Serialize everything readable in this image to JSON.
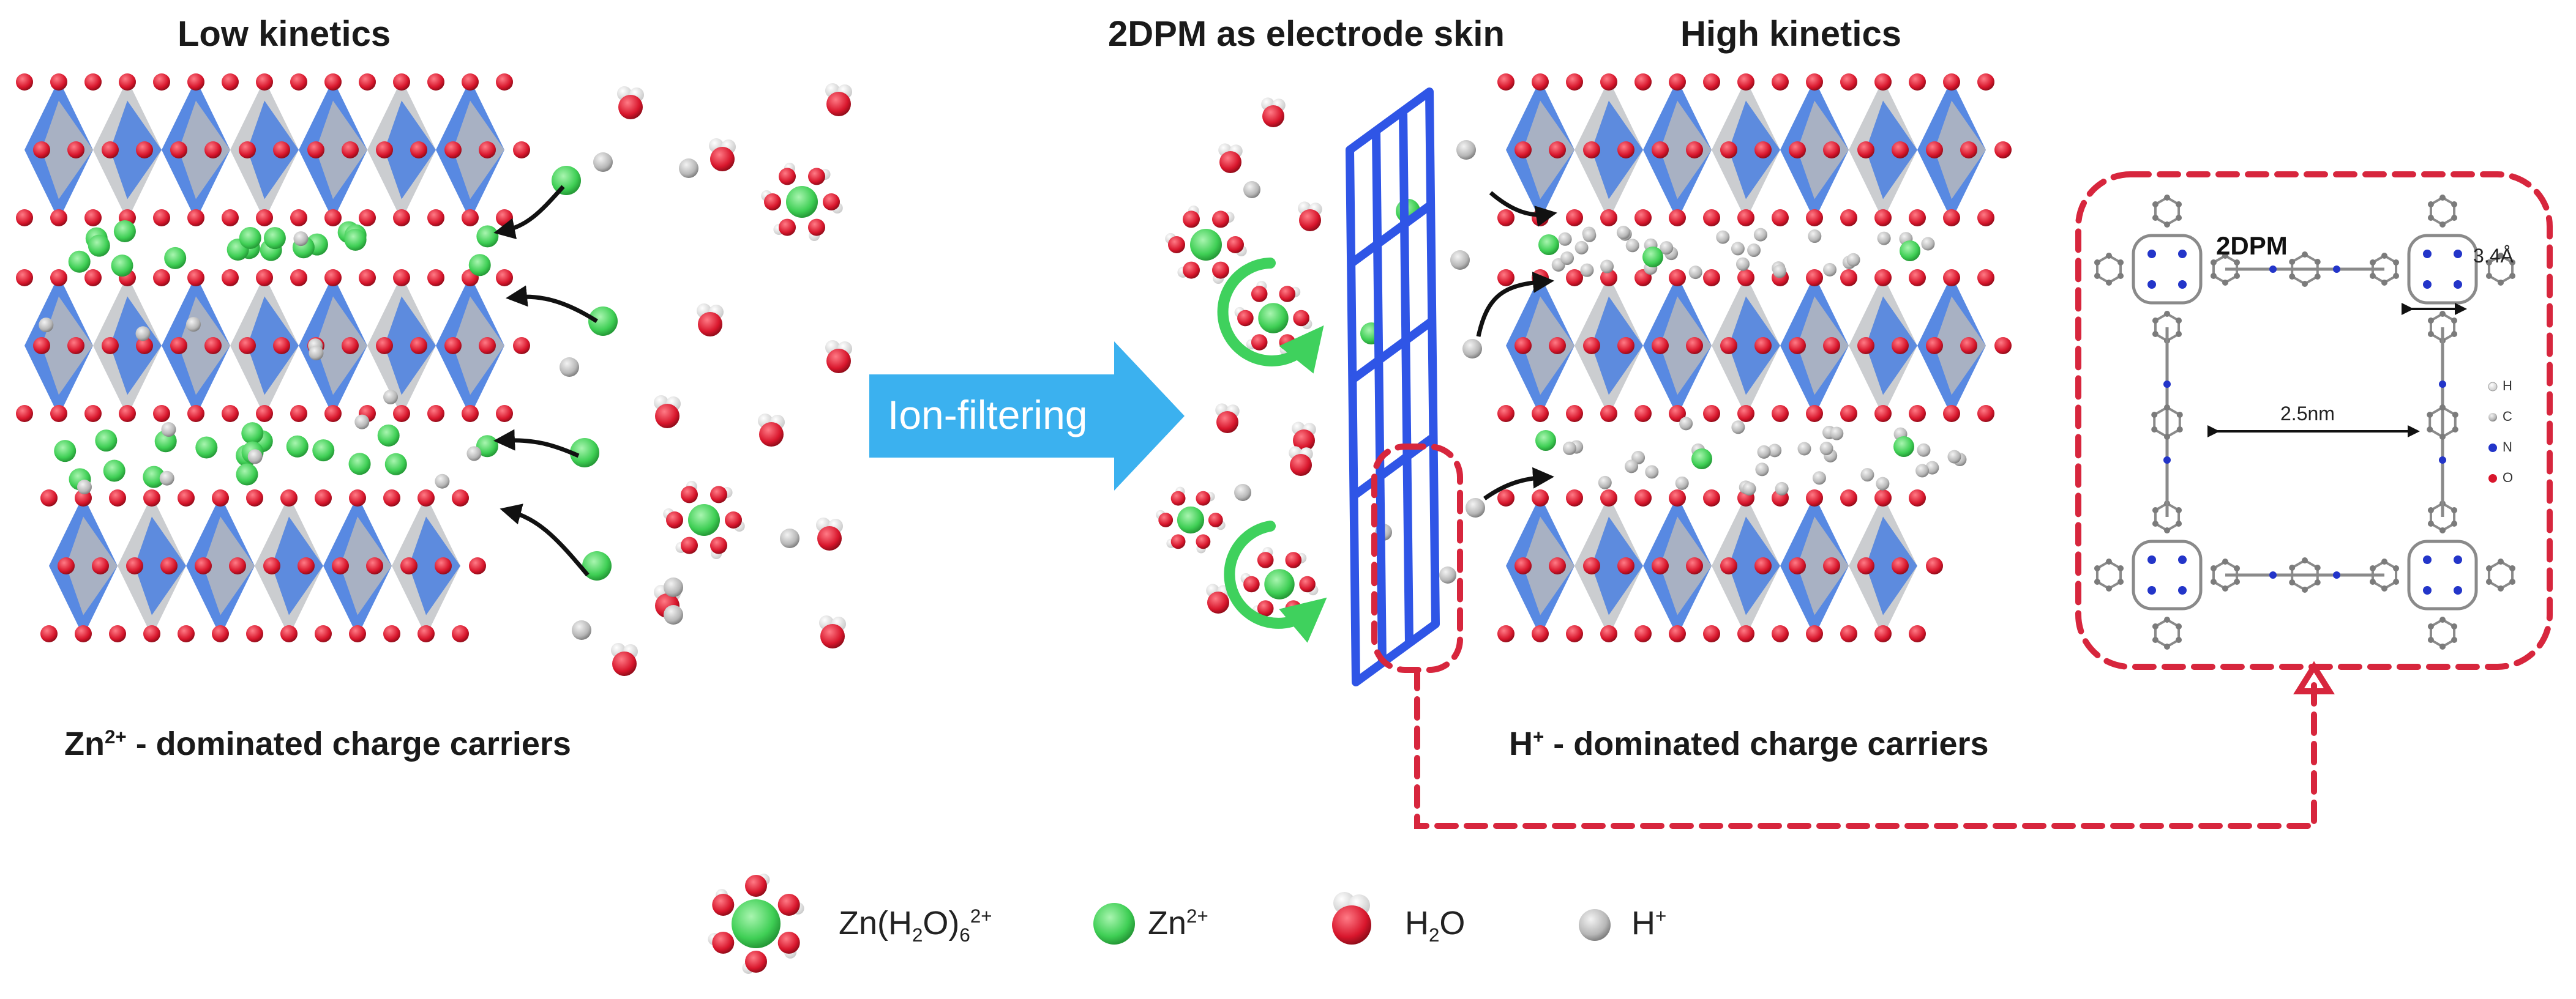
{
  "titles": {
    "low_kinetics": "Low kinetics",
    "skin": "2DPM as electrode skin",
    "high_kinetics": "High kinetics"
  },
  "captions": {
    "zn_label": "Zn",
    "zn_charge": "2+",
    "zn_rest": " - dominated charge carriers",
    "h_label": "H",
    "h_charge": "+",
    "h_rest": " - dominated charge carriers"
  },
  "arrow": {
    "label": "Ion-filtering"
  },
  "inset": {
    "title": "2DPM",
    "pore_size": "2.5nm",
    "spacing": "3.4Å",
    "atoms": [
      "H",
      "C",
      "N",
      "O"
    ]
  },
  "legend": {
    "hydrated_zn": {
      "pre": "Zn(H",
      "sub1": "2",
      "mid": "O)",
      "sub2": "6",
      "sup": "2+"
    },
    "zn": {
      "text": "Zn",
      "sup": "2+"
    },
    "water": {
      "text": "H",
      "sub": "2",
      "post": "O"
    },
    "proton": {
      "text": "H",
      "sup": "+"
    }
  },
  "colors": {
    "zn_green": "#57d66a",
    "oxygen_red": "#d81f34",
    "hydrogen_grey": "#bdbdbd",
    "polyhedra_blue": "#4a7fe0",
    "polyhedra_grey": "#c7c9cc",
    "arrow_cyan": "#3bb1ef",
    "mesh_blue": "#2f55e6",
    "dashed_red": "#d7263d",
    "curve_green": "#3fd15d"
  }
}
